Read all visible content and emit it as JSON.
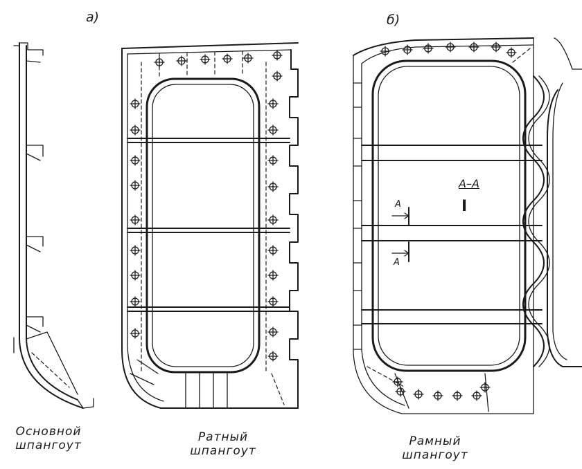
{
  "labels": {
    "part_a": "а)",
    "part_b": "б)",
    "section": "А–А",
    "section_symbol": "I",
    "cut_top": "А",
    "cut_bottom": "А"
  },
  "captions": {
    "main_frame_line1": "Основной",
    "main_frame_line2": "шпангоут",
    "web_frame_a_line1": "Ратный",
    "web_frame_a_line2": "шпангоут",
    "web_frame_b_line1": "Рамный",
    "web_frame_b_line2": "шпангоут"
  },
  "colors": {
    "ink": "#1a1a1a",
    "paper": "#ffffff"
  }
}
